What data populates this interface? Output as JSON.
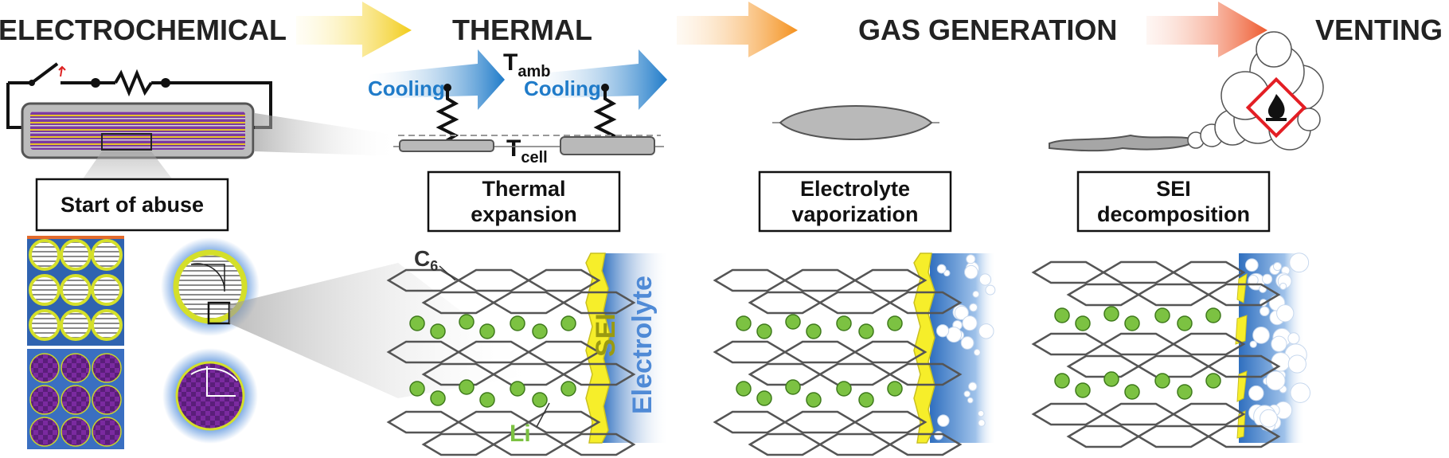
{
  "stages": [
    {
      "label": "ELECTROCHEMICAL"
    },
    {
      "label": "THERMAL"
    },
    {
      "label": "GAS GENERATION"
    },
    {
      "label": "VENTING"
    }
  ],
  "boxes": {
    "start": "Start of abuse",
    "thermal_line1": "Thermal",
    "thermal_line2": "expansion",
    "electrolyte_line1": "Electrolyte",
    "electrolyte_line2": "vaporization",
    "sei_line1": "SEI",
    "sei_line2": "decomposition"
  },
  "cooling": [
    "Cooling",
    "Cooling"
  ],
  "temperature": {
    "amb_main": "T",
    "amb_sub": "amb",
    "cell_main": "T",
    "cell_sub": "cell"
  },
  "labels": {
    "c6_main": "C",
    "c6_sub": "6",
    "li": "Li",
    "sei": "SEI",
    "electrolyte": "Electrolyte"
  },
  "colors": {
    "arrow1": "#f2cc19",
    "arrow2": "#f4911e",
    "arrow3": "#ee5a2f",
    "cooling": "#1f7bc9",
    "li": "#7cc242",
    "sei": "#f6ee2a",
    "electrolyte": "#2f6fbf",
    "hazard": "#e31e24",
    "purple": "#7a2a9e"
  },
  "icons": [
    "switch-icon",
    "resistor-icon",
    "cooling-arrow-icon",
    "flame-hazard-icon",
    "smoke-cloud-icon"
  ]
}
